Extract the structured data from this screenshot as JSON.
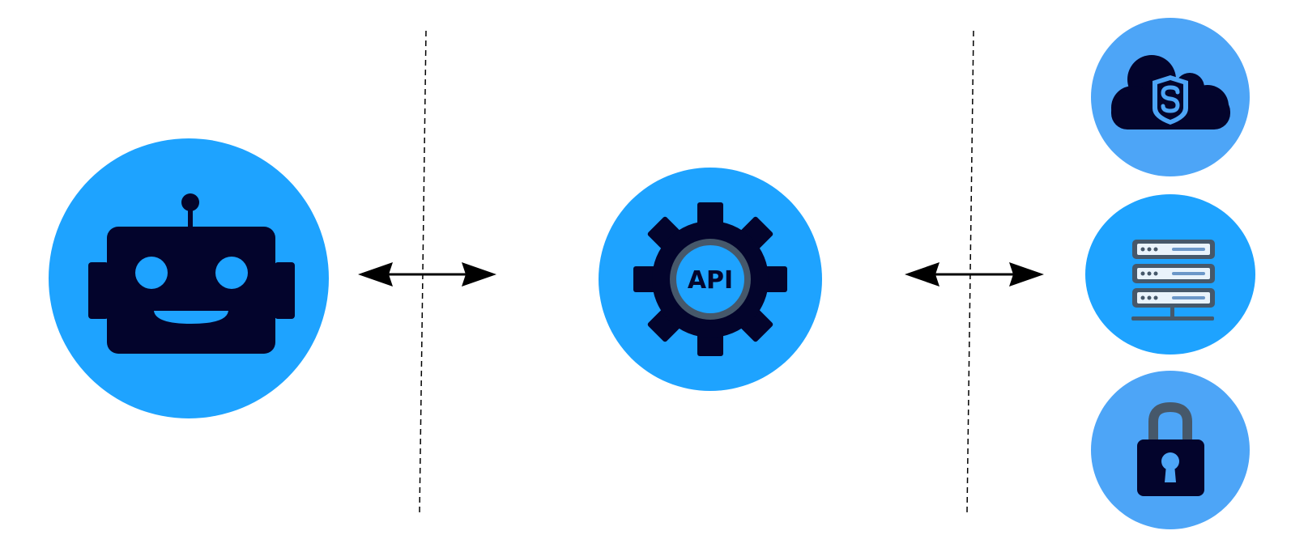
{
  "diagram": {
    "api_label": "API",
    "nodes": [
      {
        "id": "robot",
        "icon": "robot-icon"
      },
      {
        "id": "api-gateway",
        "icon": "gear-api-icon"
      },
      {
        "id": "cloud-security",
        "icon": "cloud-shield-icon"
      },
      {
        "id": "server",
        "icon": "server-rack-icon"
      },
      {
        "id": "lock",
        "icon": "padlock-icon"
      }
    ],
    "connections": [
      {
        "from": "robot",
        "to": "api-gateway",
        "direction": "bidirectional"
      },
      {
        "from": "api-gateway",
        "to": "server",
        "direction": "bidirectional"
      }
    ],
    "boundaries": [
      "dashed-divider-left",
      "dashed-divider-right"
    ]
  },
  "colors": {
    "primary_blue": "#1ea3ff",
    "light_blue": "#4da5f7",
    "navy": "#03042c",
    "slate": "#46586a",
    "background": "#ffffff"
  }
}
